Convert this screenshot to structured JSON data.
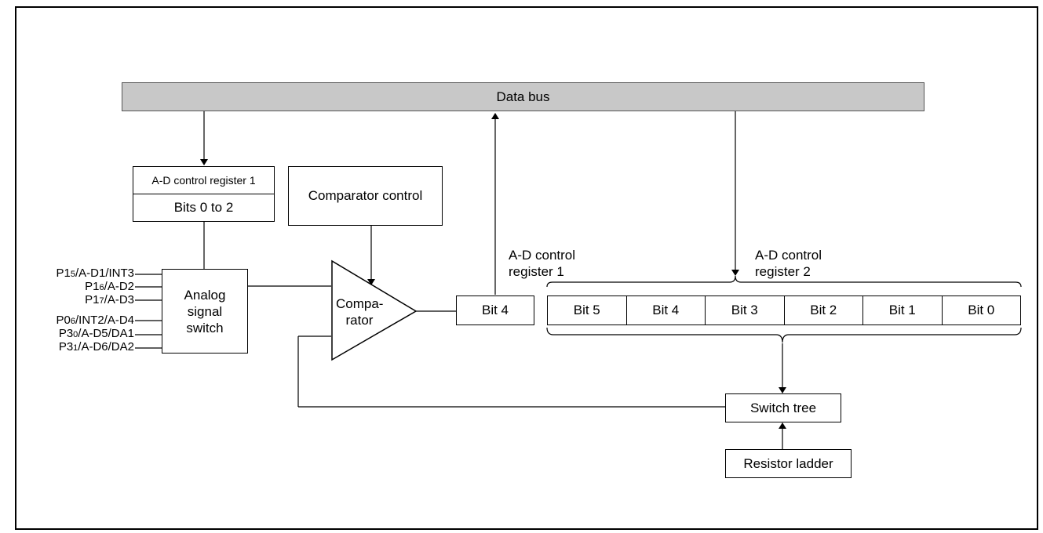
{
  "data_bus": {
    "label": "Data bus"
  },
  "adcr1_block": {
    "title": "A-D control register 1",
    "bits": "Bits 0 to 2"
  },
  "comparator_control": {
    "label": "Comparator control"
  },
  "analog_switch": {
    "line1": "Analog",
    "line2": "signal",
    "line3": "switch"
  },
  "comparator": {
    "line1": "Compa-",
    "line2": "rator"
  },
  "adcr1_bit": {
    "caption_line1": "A-D control",
    "caption_line2": "register 1",
    "bit_label": "Bit 4"
  },
  "adcr2": {
    "caption_line1": "A-D control",
    "caption_line2": "register 2",
    "bits": [
      "Bit 5",
      "Bit 4",
      "Bit 3",
      "Bit 2",
      "Bit 1",
      "Bit 0"
    ]
  },
  "switch_tree": {
    "label": "Switch tree"
  },
  "resistor_ladder": {
    "label": "Resistor ladder"
  },
  "pins": [
    {
      "prefix": "P1",
      "sub": "5",
      "suffix": "/A-D1/INT3"
    },
    {
      "prefix": "P1",
      "sub": "6",
      "suffix": "/A-D2"
    },
    {
      "prefix": "P1",
      "sub": "7",
      "suffix": "/A-D3"
    },
    {
      "prefix": "P0",
      "sub": "6",
      "suffix": "/INT2/A-D4"
    },
    {
      "prefix": "P3",
      "sub": "0",
      "suffix": "/A-D5/DA1"
    },
    {
      "prefix": "P3",
      "sub": "1",
      "suffix": "/A-D6/DA2"
    }
  ]
}
